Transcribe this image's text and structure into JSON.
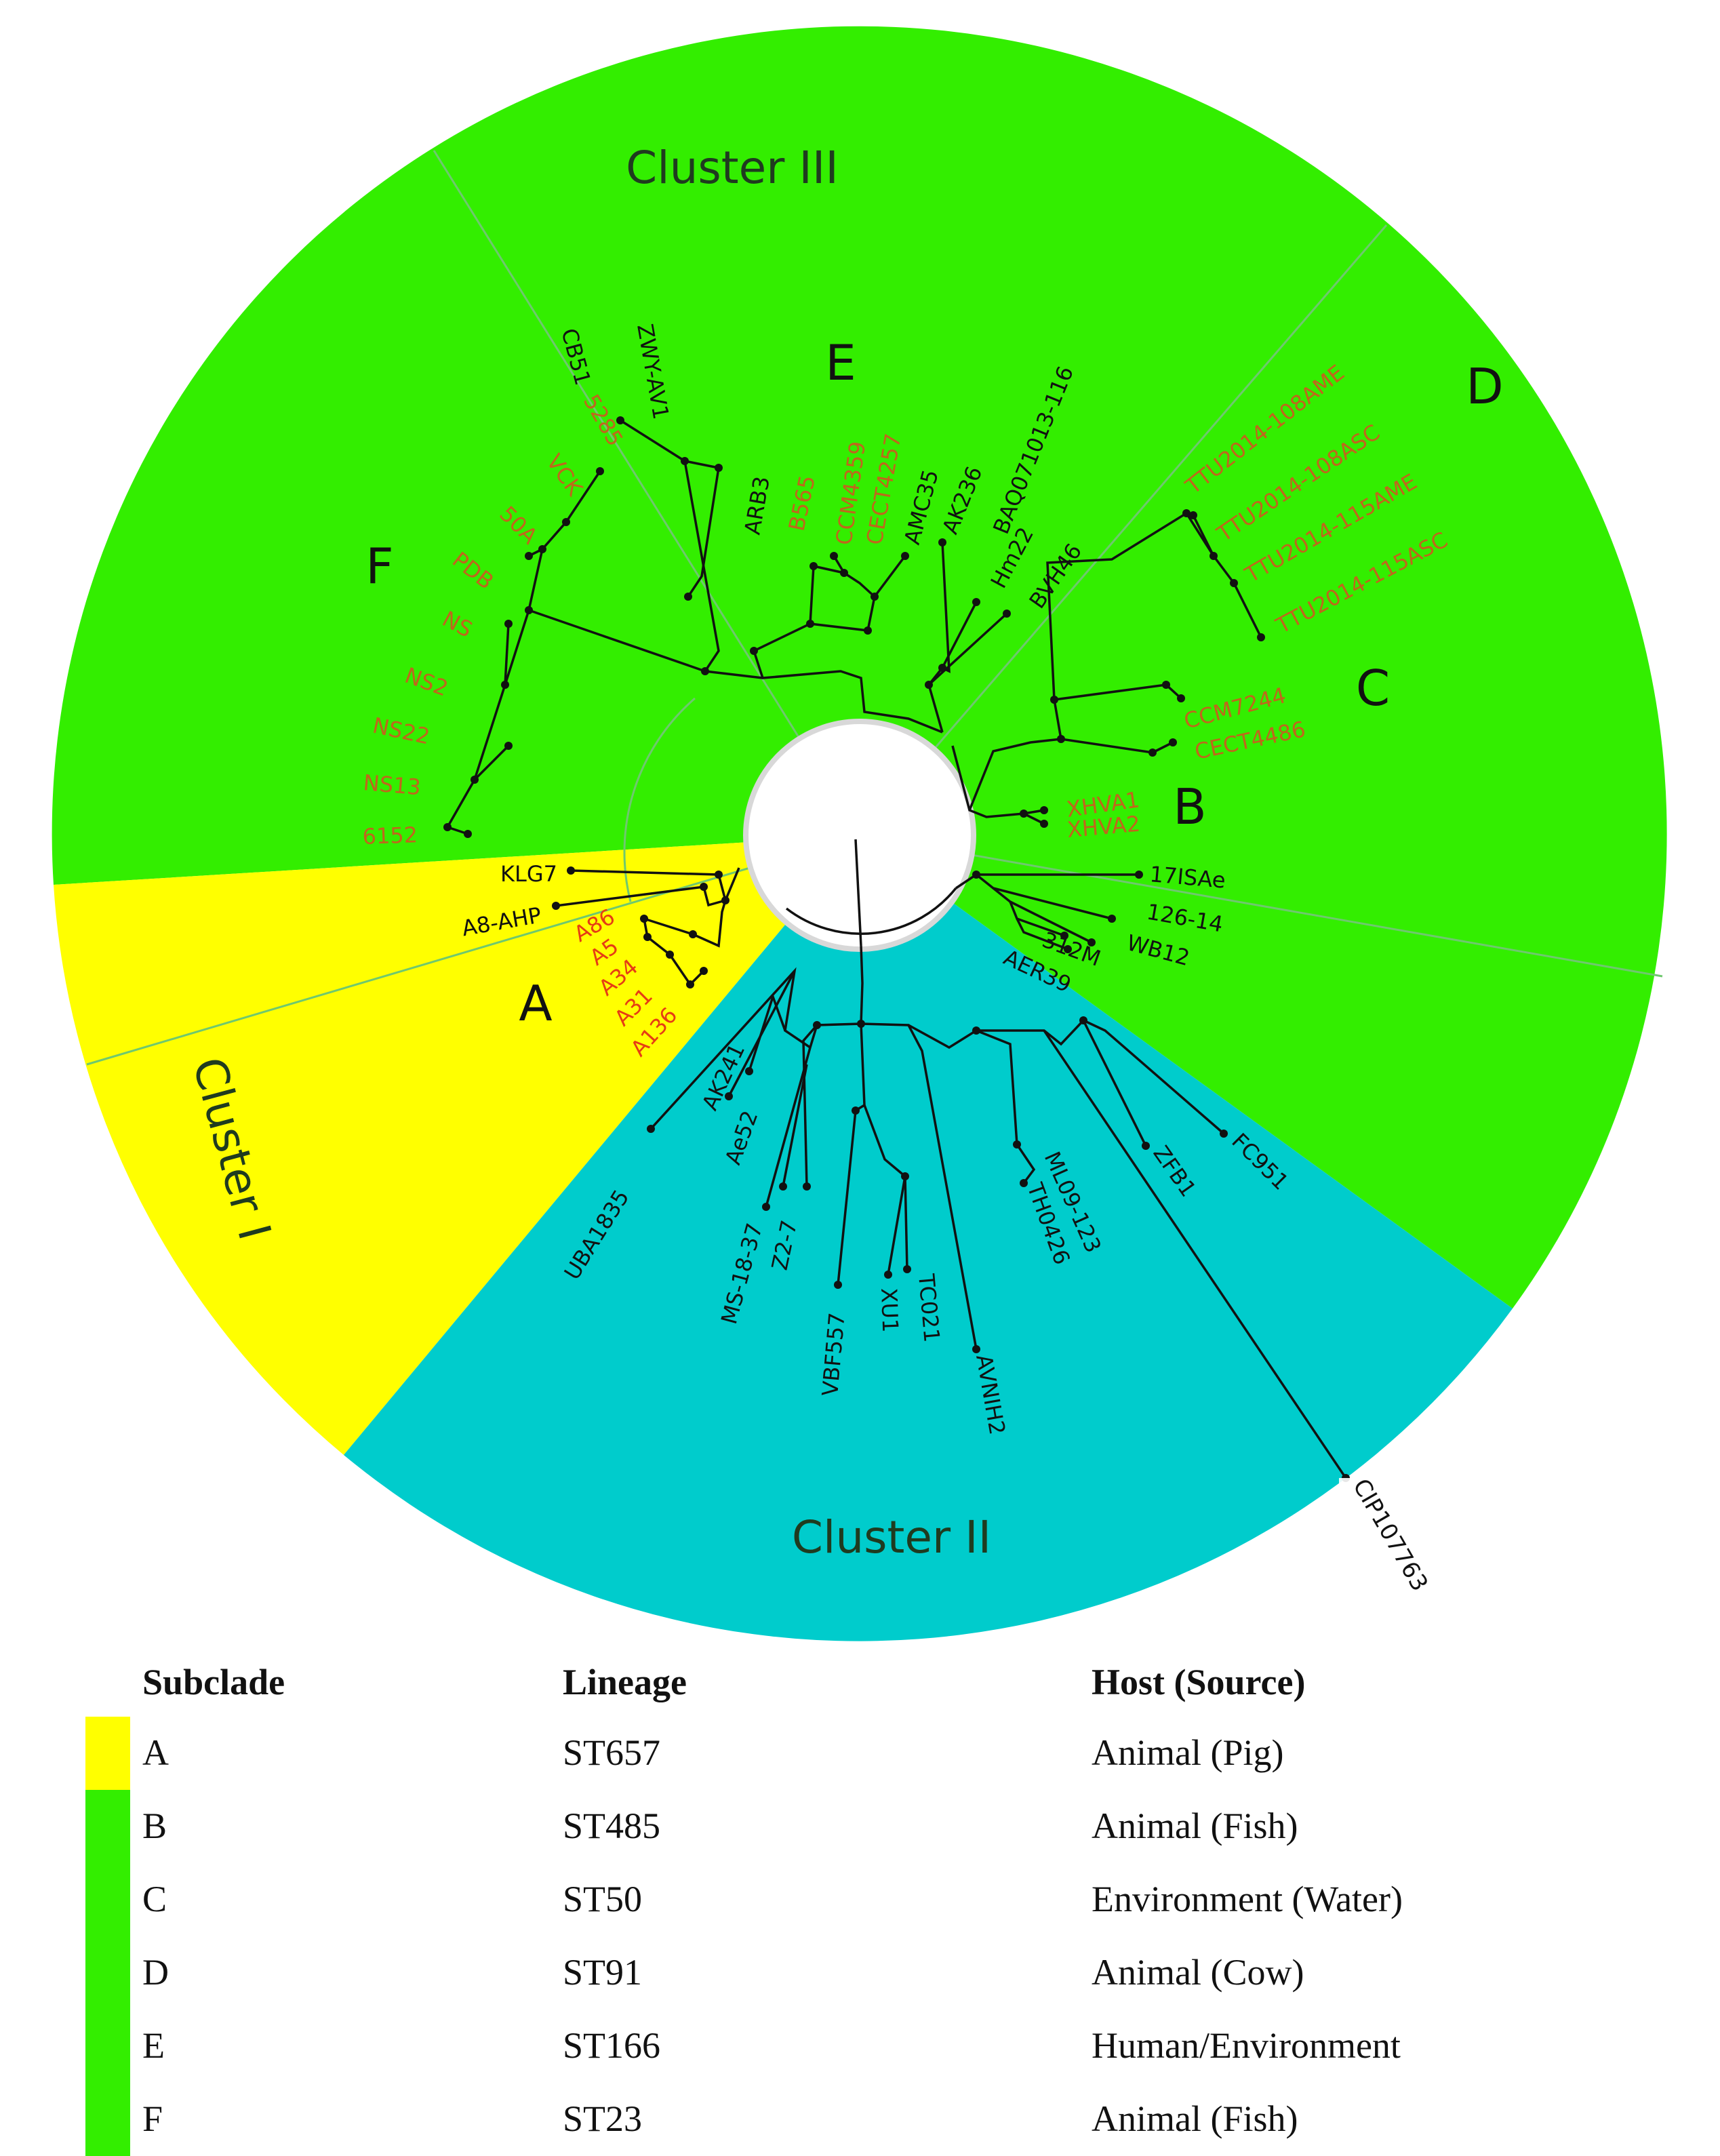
{
  "colors": {
    "cluster_I": "#ffff00",
    "cluster_II": "#00cccc",
    "cluster_III": "#33ee00",
    "label_red": "#e63c14",
    "label_brown": "#c0661c",
    "label_black": "#111111"
  },
  "clusters": {
    "cluster_I": "Cluster I",
    "cluster_II": "Cluster II",
    "cluster_III": "Cluster III"
  },
  "subclades": {
    "A": "A",
    "B": "B",
    "C": "C",
    "D": "D",
    "E": "E",
    "F": "F"
  },
  "leaves": {
    "f1": "5285",
    "f2": "VCK",
    "f3": "50A",
    "f4": "PDB",
    "f5": "NS",
    "f6": "NS2",
    "f7": "NS22",
    "f8": "NS13",
    "f9": "6152",
    "e1": "CB51",
    "e2": "ZWY-AV1",
    "e3": "ARB3",
    "e4": "B565",
    "e5": "CCM4359",
    "e6": "CECT4257",
    "e7": "AMC35",
    "e8": "AK236",
    "e9": "BAQ071013-116",
    "e10": "Hm22",
    "e11": "BVH46",
    "d1": "TTU2014-108AME",
    "d2": "TTU2014-108ASC",
    "d3": "TTU2014-115AME",
    "d4": "TTU2014-115ASC",
    "c1": "CCM7244",
    "c2": "CECT4486",
    "b1": "XHVA1",
    "b2": "XHVA2",
    "g1": "17ISAe",
    "g2": "126-14",
    "g3": "WB12",
    "g4": "312M",
    "g5": "AER39",
    "a0": "KLG7",
    "a00": "A8-AHP",
    "a1": "A86",
    "a2": "A5",
    "a3": "A34",
    "a4": "A31",
    "a5": "A136",
    "k1": "UBA1835",
    "k2": "AK241",
    "k3": "Ae52",
    "k4": "MS-18-37",
    "k5": "Z2-7",
    "k6": "VBF557",
    "k7": "XU1",
    "k8": "TC021",
    "k9": "AVNIH2",
    "k10": "TH0426",
    "k11": "ML09-123",
    "k12": "ZFB1",
    "k13": "FC951",
    "k14": "CIP107763"
  },
  "legend": {
    "headers": {
      "subclade": "Subclade",
      "lineage": "Lineage",
      "host": "Host (Source)"
    },
    "rows": [
      {
        "subclade": "A",
        "lineage": "ST657",
        "host": "Animal (Pig)",
        "color": "#ffff00"
      },
      {
        "subclade": "B",
        "lineage": "ST485",
        "host": "Animal (Fish)",
        "color": "#33ee00"
      },
      {
        "subclade": "C",
        "lineage": "ST50",
        "host": "Environment (Water)",
        "color": "#33ee00"
      },
      {
        "subclade": "D",
        "lineage": "ST91",
        "host": "Animal (Cow)",
        "color": "#33ee00"
      },
      {
        "subclade": "E",
        "lineage": "ST166",
        "host": "Human/Environment",
        "color": "#33ee00"
      },
      {
        "subclade": "F",
        "lineage": "ST23",
        "host": "Animal (Fish)",
        "color": "#33ee00"
      }
    ]
  }
}
